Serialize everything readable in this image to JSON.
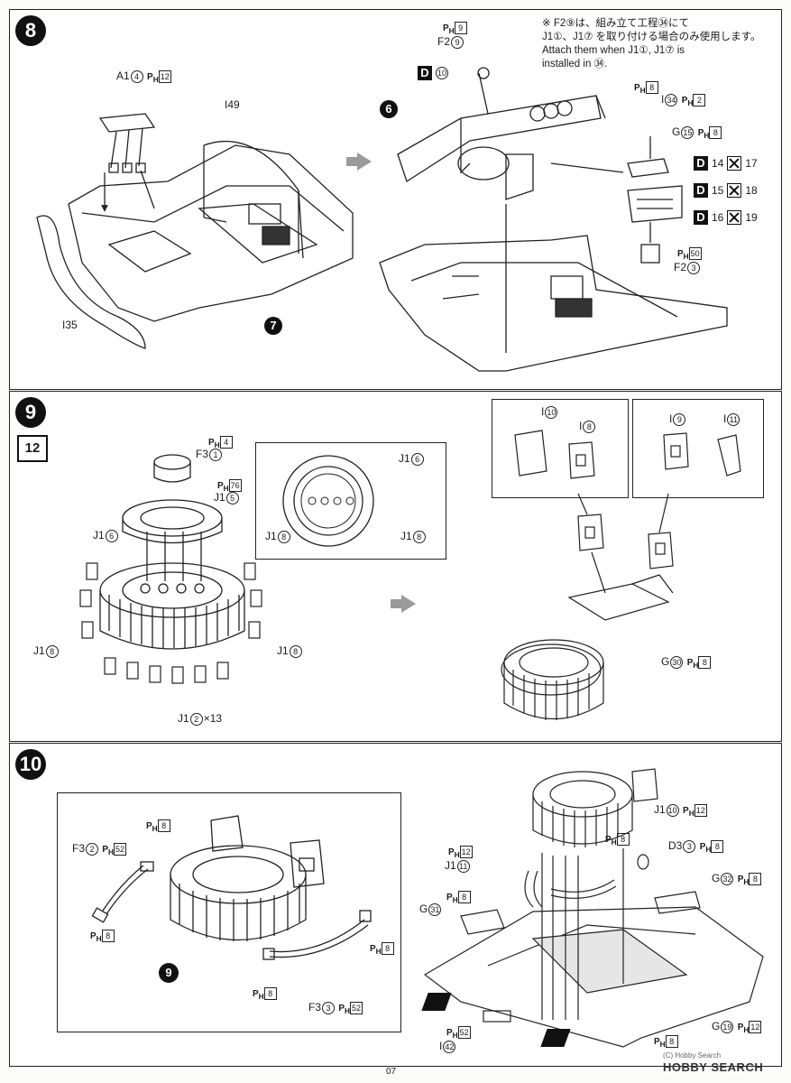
{
  "page_number": "07",
  "watermark": "HOBBY SEARCH",
  "copyright": "(C) Hobby Search",
  "step8": {
    "number": "8",
    "labels": {
      "a1": "A1",
      "a1_num": "4",
      "a1_ph": "12",
      "i49": "I49",
      "i35": "I35",
      "sub7": "7",
      "sub6": "6",
      "f2": "F2",
      "f2_num": "9",
      "f2_ph": "9",
      "d10": "D",
      "d10_num": "10",
      "ph8": "8",
      "i34": "I",
      "i34_num": "34",
      "i34_ph": "2",
      "g15": "G",
      "g15_num": "15",
      "g15_ph": "8",
      "d14": "14",
      "d14b": "17",
      "d15": "15",
      "d15b": "18",
      "d16": "16",
      "d16b": "19",
      "f2_3": "F2",
      "f2_3_num": "3",
      "f2_3_ph": "50"
    },
    "note_jp": "※ F2⑨は、組み立て工程㉞にて",
    "note_jp2": "J1①、J1⑦ を取り付ける場合のみ使用します。",
    "note_en1": "Attach them when J1①, J1⑦ is",
    "note_en2": "installed in ㉞."
  },
  "step9": {
    "number": "9",
    "ph_badge": "12",
    "labels": {
      "f3": "F3",
      "f3_num": "1",
      "f3_ph": "4",
      "j15": "J1",
      "j15_num": "5",
      "j15_ph": "76",
      "j16": "J1",
      "j16_num": "6",
      "j18l": "J1",
      "j18_num": "8",
      "j18r": "J1",
      "j12": "J1",
      "j12_num": "2",
      "j12_qty": "×13",
      "i10": "I",
      "i10_num": "10",
      "i8": "I",
      "i8_num": "8",
      "i9": "I",
      "i9_num": "9",
      "i11": "I",
      "i11_num": "11",
      "g30": "G",
      "g30_num": "30",
      "g30_ph": "8"
    }
  },
  "step10": {
    "number": "10",
    "labels": {
      "f32": "F3",
      "f32_num": "2",
      "f32_ph": "52",
      "f33": "F3",
      "f33_num": "3",
      "f33_ph": "52",
      "ph8": "8",
      "sub9": "9",
      "j110": "J1",
      "j110_num": "10",
      "j110_ph": "12",
      "j111": "J1",
      "j111_num": "11",
      "j111_ph": "12",
      "d33": "D3",
      "d33_num": "3",
      "d33_ph": "8",
      "g31": "G",
      "g31_num": "31",
      "g32": "G",
      "g32_num": "32",
      "g32_ph": "8",
      "i42": "I",
      "i42_num": "42",
      "i42_ph": "52",
      "g19": "G",
      "g19_num": "19",
      "g19_ph": "12"
    }
  },
  "colors": {
    "ink": "#1a1a1a",
    "arrow": "#9a9a9a",
    "paper": "#ffffff"
  }
}
